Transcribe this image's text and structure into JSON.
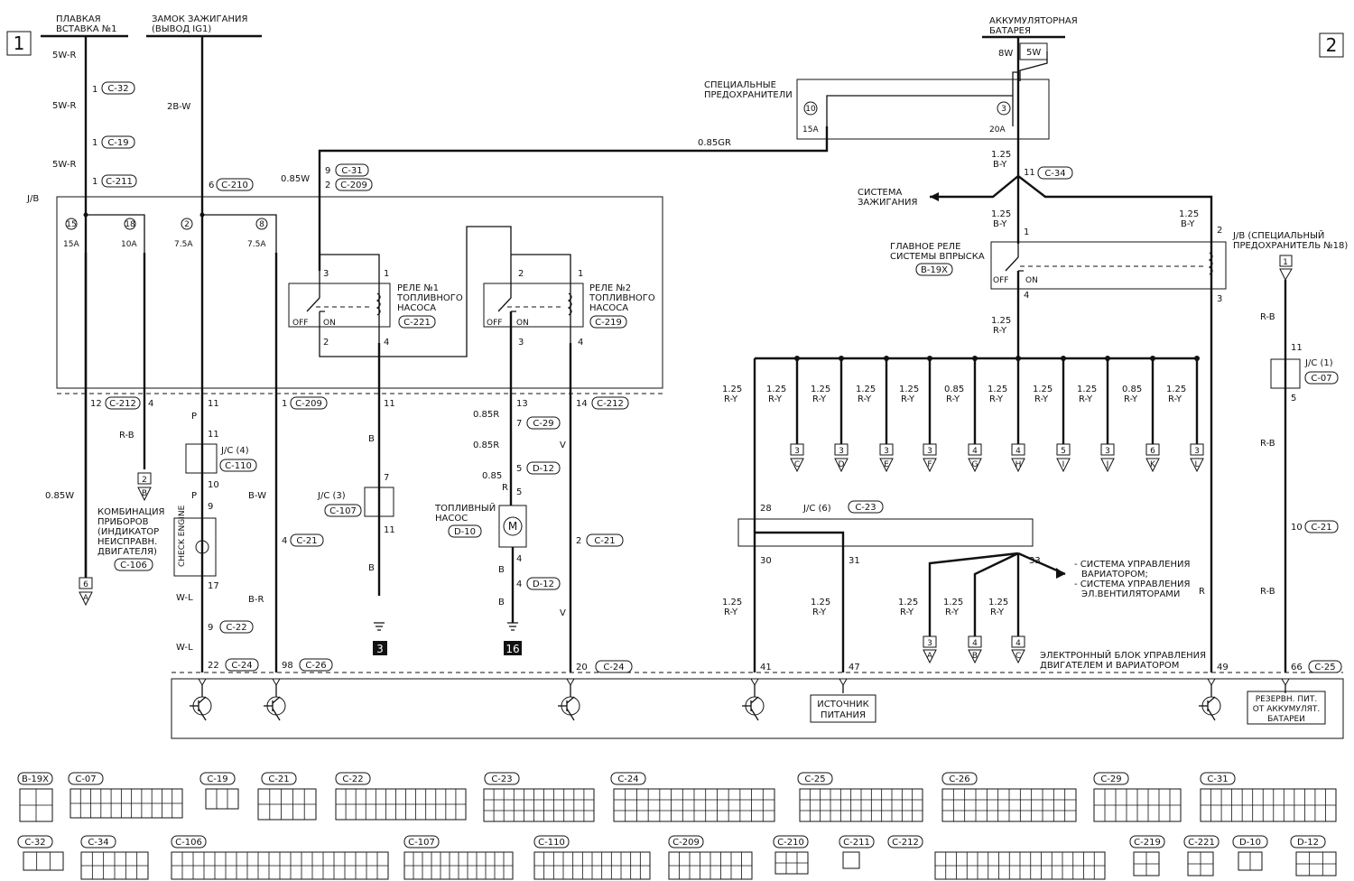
{
  "pages": {
    "left": "1",
    "right": "2"
  },
  "labels": {
    "fusible_link_1": [
      "ПЛАВКАЯ",
      "ВСТАВКА №1"
    ],
    "ignition_switch": [
      "ЗАМОК ЗАЖИГАНИЯ",
      "(ВЫВОД IG1)"
    ],
    "battery": [
      "АККУМУЛЯТОРНАЯ",
      "БАТАРЕЯ"
    ],
    "special_fuses": [
      "СПЕЦИАЛЬНЫЕ",
      "ПРЕДОХРАНИТЕЛИ"
    ],
    "ignition_system": [
      "СИСТЕМА",
      "ЗАЖИГАНИЯ"
    ],
    "main_relay": [
      "ГЛАВНОЕ РЕЛЕ",
      "СИСТЕМЫ ВПРЫСКА"
    ],
    "jb_special": [
      "J/B (СПЕЦИАЛЬНЫЙ",
      "ПРЕДОХРАНИТЕЛЬ №18)"
    ],
    "relay1": [
      "РЕЛЕ №1",
      "ТОПЛИВНОГО",
      "НАСОСА"
    ],
    "relay2": [
      "РЕЛЕ №2",
      "ТОПЛИВНОГО",
      "НАСОСА"
    ],
    "combination_meter": [
      "КОМБИНАЦИЯ",
      "ПРИБОРОВ",
      "(ИНДИКАТОР",
      "НЕИСПРАВН.",
      "ДВИГАТЕЛЯ)"
    ],
    "fuel_pump": [
      "ТОПЛИВНЫЙ",
      "НАСОС"
    ],
    "cvt_systems": [
      "- СИСТЕМА УПРАВЛЕНИЯ",
      "ВАРИАТОРОМ;",
      "- СИСТЕМА УПРАВЛЕНИЯ",
      "ЭЛ.ВЕНТИЛЯТОРАМИ"
    ],
    "ecu": [
      "ЭЛЕКТРОННЫЙ БЛОК УПРАВЛЕНИЯ",
      "ДВИГАТЕЛЕМ И ВАРИАТОРОМ"
    ],
    "power_source": [
      "ИСТОЧНИК",
      "ПИТАНИЯ"
    ],
    "backup_power": [
      "РЕЗЕРВН. ПИТ.",
      "ОТ АККУМУЛЯТ.",
      "БАТАРЕИ"
    ],
    "jb": "J/B",
    "check_engine": "CHECK ENGINE",
    "off": "OFF",
    "on": "ON",
    "motor": "M",
    "jc4": "J/C (4)",
    "jc3": "J/C (3)",
    "jc6": "J/C (6)",
    "jc1": "J/C (1)"
  },
  "wires": {
    "w5wr": "5W-R",
    "w2bw": "2B-W",
    "w085w": "0.85W",
    "w085gr": "0.85GR",
    "w8w": "8W",
    "w5w": "5W",
    "w125by": [
      "1.25",
      "B-Y"
    ],
    "w125ry": [
      "1.25",
      "R-Y"
    ],
    "w085ry": [
      "0.85",
      "R-Y"
    ],
    "wrb": "R-B",
    "wp": "P",
    "wbw": "B-W",
    "wb": "B",
    "w085r": "0.85R",
    "w085": "0.85",
    "wr": "R",
    "wv": "V",
    "wwl": "W-L",
    "wbr": "B-R"
  },
  "fuses": {
    "f15": "15",
    "f18": "18",
    "f2": "2",
    "f8": "8",
    "f10": "10",
    "f3": "3",
    "a15": "15A",
    "a10": "10A",
    "a75": "7.5A",
    "a20": "20A"
  },
  "connectors": {
    "c32": "C-32",
    "c19": "C-19",
    "c211": "C-211",
    "c210": "C-210",
    "c31": "C-31",
    "c209": "C-209",
    "c34": "C-34",
    "b19x": "B-19X",
    "c221": "C-221",
    "c219": "C-219",
    "c212": "C-212",
    "c110": "C-110",
    "c107": "C-107",
    "c29": "C-29",
    "d12": "D-12",
    "d10": "D-10",
    "c21": "C-21",
    "c22": "C-22",
    "c24": "C-24",
    "c26": "C-26",
    "c23": "C-23",
    "c07": "C-07",
    "c25": "C-25",
    "c106": "C-106"
  },
  "pins": {
    "p1": "1",
    "p2": "2",
    "p3": "3",
    "p4": "4",
    "p5": "5",
    "p6": "6",
    "p7": "7",
    "p9": "9",
    "p10": "10",
    "p11": "11",
    "p12": "12",
    "p13": "13",
    "p14": "14",
    "p17": "17",
    "p20": "20",
    "p22": "22",
    "p28": "28",
    "p30": "30",
    "p31": "31",
    "p33": "33",
    "p41": "41",
    "p47": "47",
    "p49": "49",
    "p66": "66",
    "p98": "98"
  },
  "offpage": {
    "o3": "3",
    "o4": "4",
    "o5": "5",
    "o6": "6",
    "o2": "2",
    "lC": "C",
    "lD": "D",
    "lE": "E",
    "lF": "F",
    "lG": "G",
    "lH": "H",
    "lI": "I",
    "lJ": "J",
    "lK": "K",
    "lL": "L",
    "lA": "A",
    "lB": "B"
  },
  "grounds": {
    "g3": "3",
    "g16": "16"
  },
  "bottom_connectors": {
    "row1": [
      "B-19X",
      "C-07",
      "C-19",
      "C-21",
      "C-22",
      "C-23",
      "C-24",
      "C-25",
      "C-26",
      "C-29",
      "C-31"
    ],
    "row2": [
      "C-32",
      "C-34",
      "C-106",
      "C-107",
      "C-110",
      "C-209",
      "C-210",
      "C-211",
      "C-212",
      "C-219",
      "C-221",
      "D-10",
      "D-12"
    ]
  }
}
